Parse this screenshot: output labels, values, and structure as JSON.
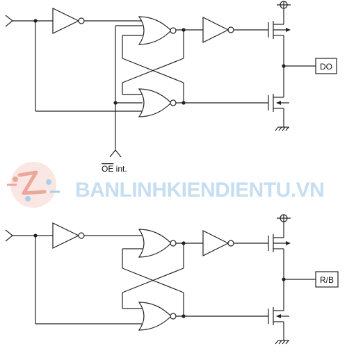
{
  "circuits": [
    {
      "output_label": "DO",
      "control_label": "OE",
      "control_label_suffix": " int."
    },
    {
      "output_label": "R/B"
    }
  ],
  "watermark": {
    "text": "BANLINHKIENDIENTU.VN"
  },
  "colors": {
    "line": "#222222",
    "watermark_text": "#bcd9ef",
    "watermark_logo": "#e8988a"
  }
}
